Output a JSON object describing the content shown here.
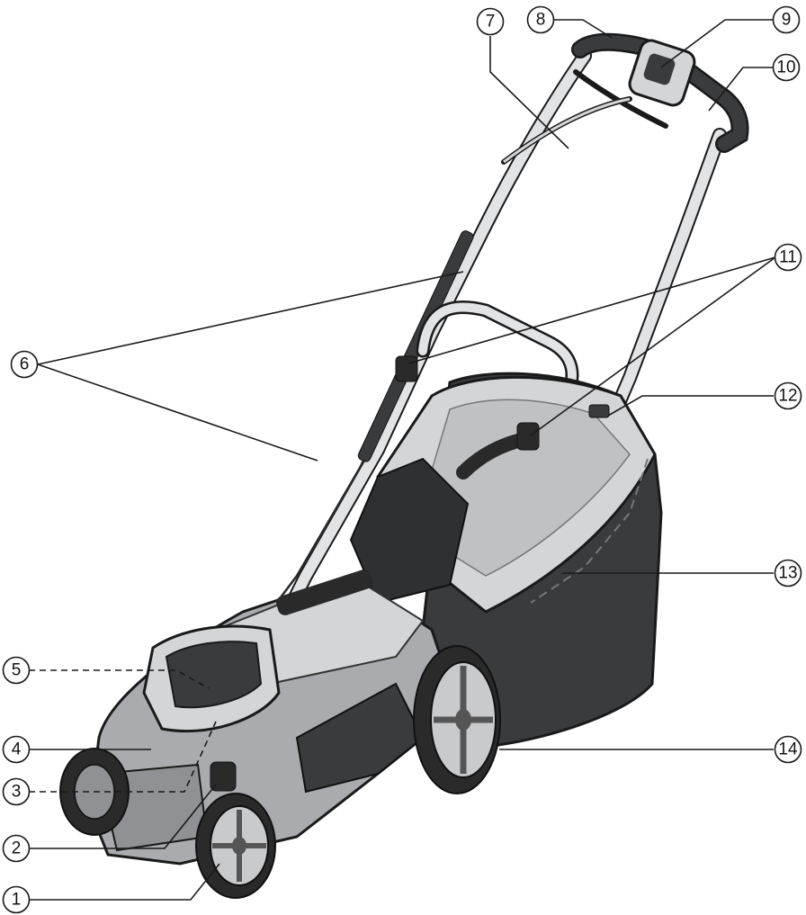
{
  "diagram": {
    "labels": {
      "c1": "1",
      "c2": "2",
      "c3": "3",
      "c4": "4",
      "c5": "5",
      "c6": "6",
      "c7": "7",
      "c8": "8",
      "c9": "9",
      "c10": "10",
      "c11": "11",
      "c12": "12",
      "c13": "13",
      "c14": "14"
    }
  },
  "colors": {
    "body_light": "#d4d5d7",
    "body_mid": "#a9abae",
    "body_dark": "#3a3b3d",
    "line": "#1a1a1a"
  }
}
